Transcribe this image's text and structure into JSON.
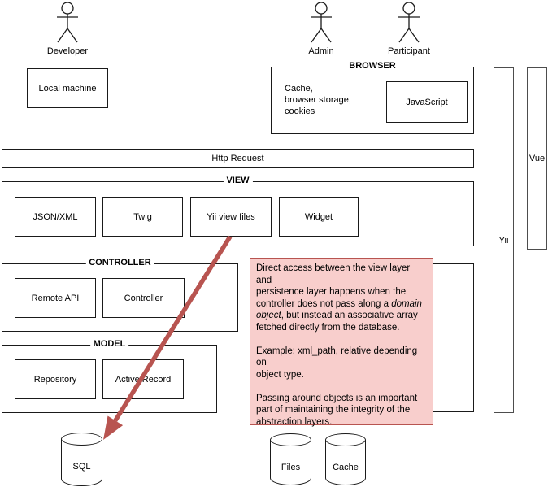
{
  "actors": [
    {
      "label": "Developer"
    },
    {
      "label": "Admin"
    },
    {
      "label": "Participant"
    }
  ],
  "local_machine": {
    "label": "Local machine"
  },
  "browser": {
    "label": "BROWSER",
    "storage_text": "Cache,\nbrowser storage,\ncookies",
    "javascript_label": "JavaScript"
  },
  "http_request": {
    "label": "Http Request"
  },
  "view": {
    "label": "VIEW",
    "items": [
      "JSON/XML",
      "Twig",
      "Yii view files",
      "Widget"
    ]
  },
  "controller": {
    "label": "CONTROLLER",
    "items": [
      "Remote API",
      "Controller"
    ]
  },
  "model": {
    "label": "MODEL",
    "items": [
      "Repository",
      "Active Record"
    ]
  },
  "frameworks": {
    "yii_label": "Yii",
    "vue_label": "Vue"
  },
  "databases": {
    "sql": "SQL",
    "files": "Files",
    "cache": "Cache"
  },
  "note": {
    "fill": "#f8cecc",
    "border": "#b85450",
    "lines": [
      [
        {
          "t": "Direct access between the view layer and"
        }
      ],
      [
        {
          "t": "persistence layer happens when the"
        }
      ],
      [
        {
          "t": "controller does not pass along a "
        },
        {
          "t": "domain",
          "i": true
        }
      ],
      [
        {
          "t": "object",
          "i": true
        },
        {
          "t": ", but instead an associative array"
        }
      ],
      [
        {
          "t": "fetched directly from the database."
        }
      ],
      [],
      [
        {
          "t": "Example: xml_path, relative depending on"
        }
      ],
      [
        {
          "t": "object type."
        }
      ],
      [],
      [
        {
          "t": "Passing around objects is an important"
        }
      ],
      [
        {
          "t": "part of maintaining the integrity of the"
        }
      ],
      [
        {
          "t": "abstraction layers."
        }
      ]
    ]
  },
  "colors": {
    "arrow": "#b85450",
    "box_border": "#1a1a1a",
    "background": "#ffffff"
  }
}
